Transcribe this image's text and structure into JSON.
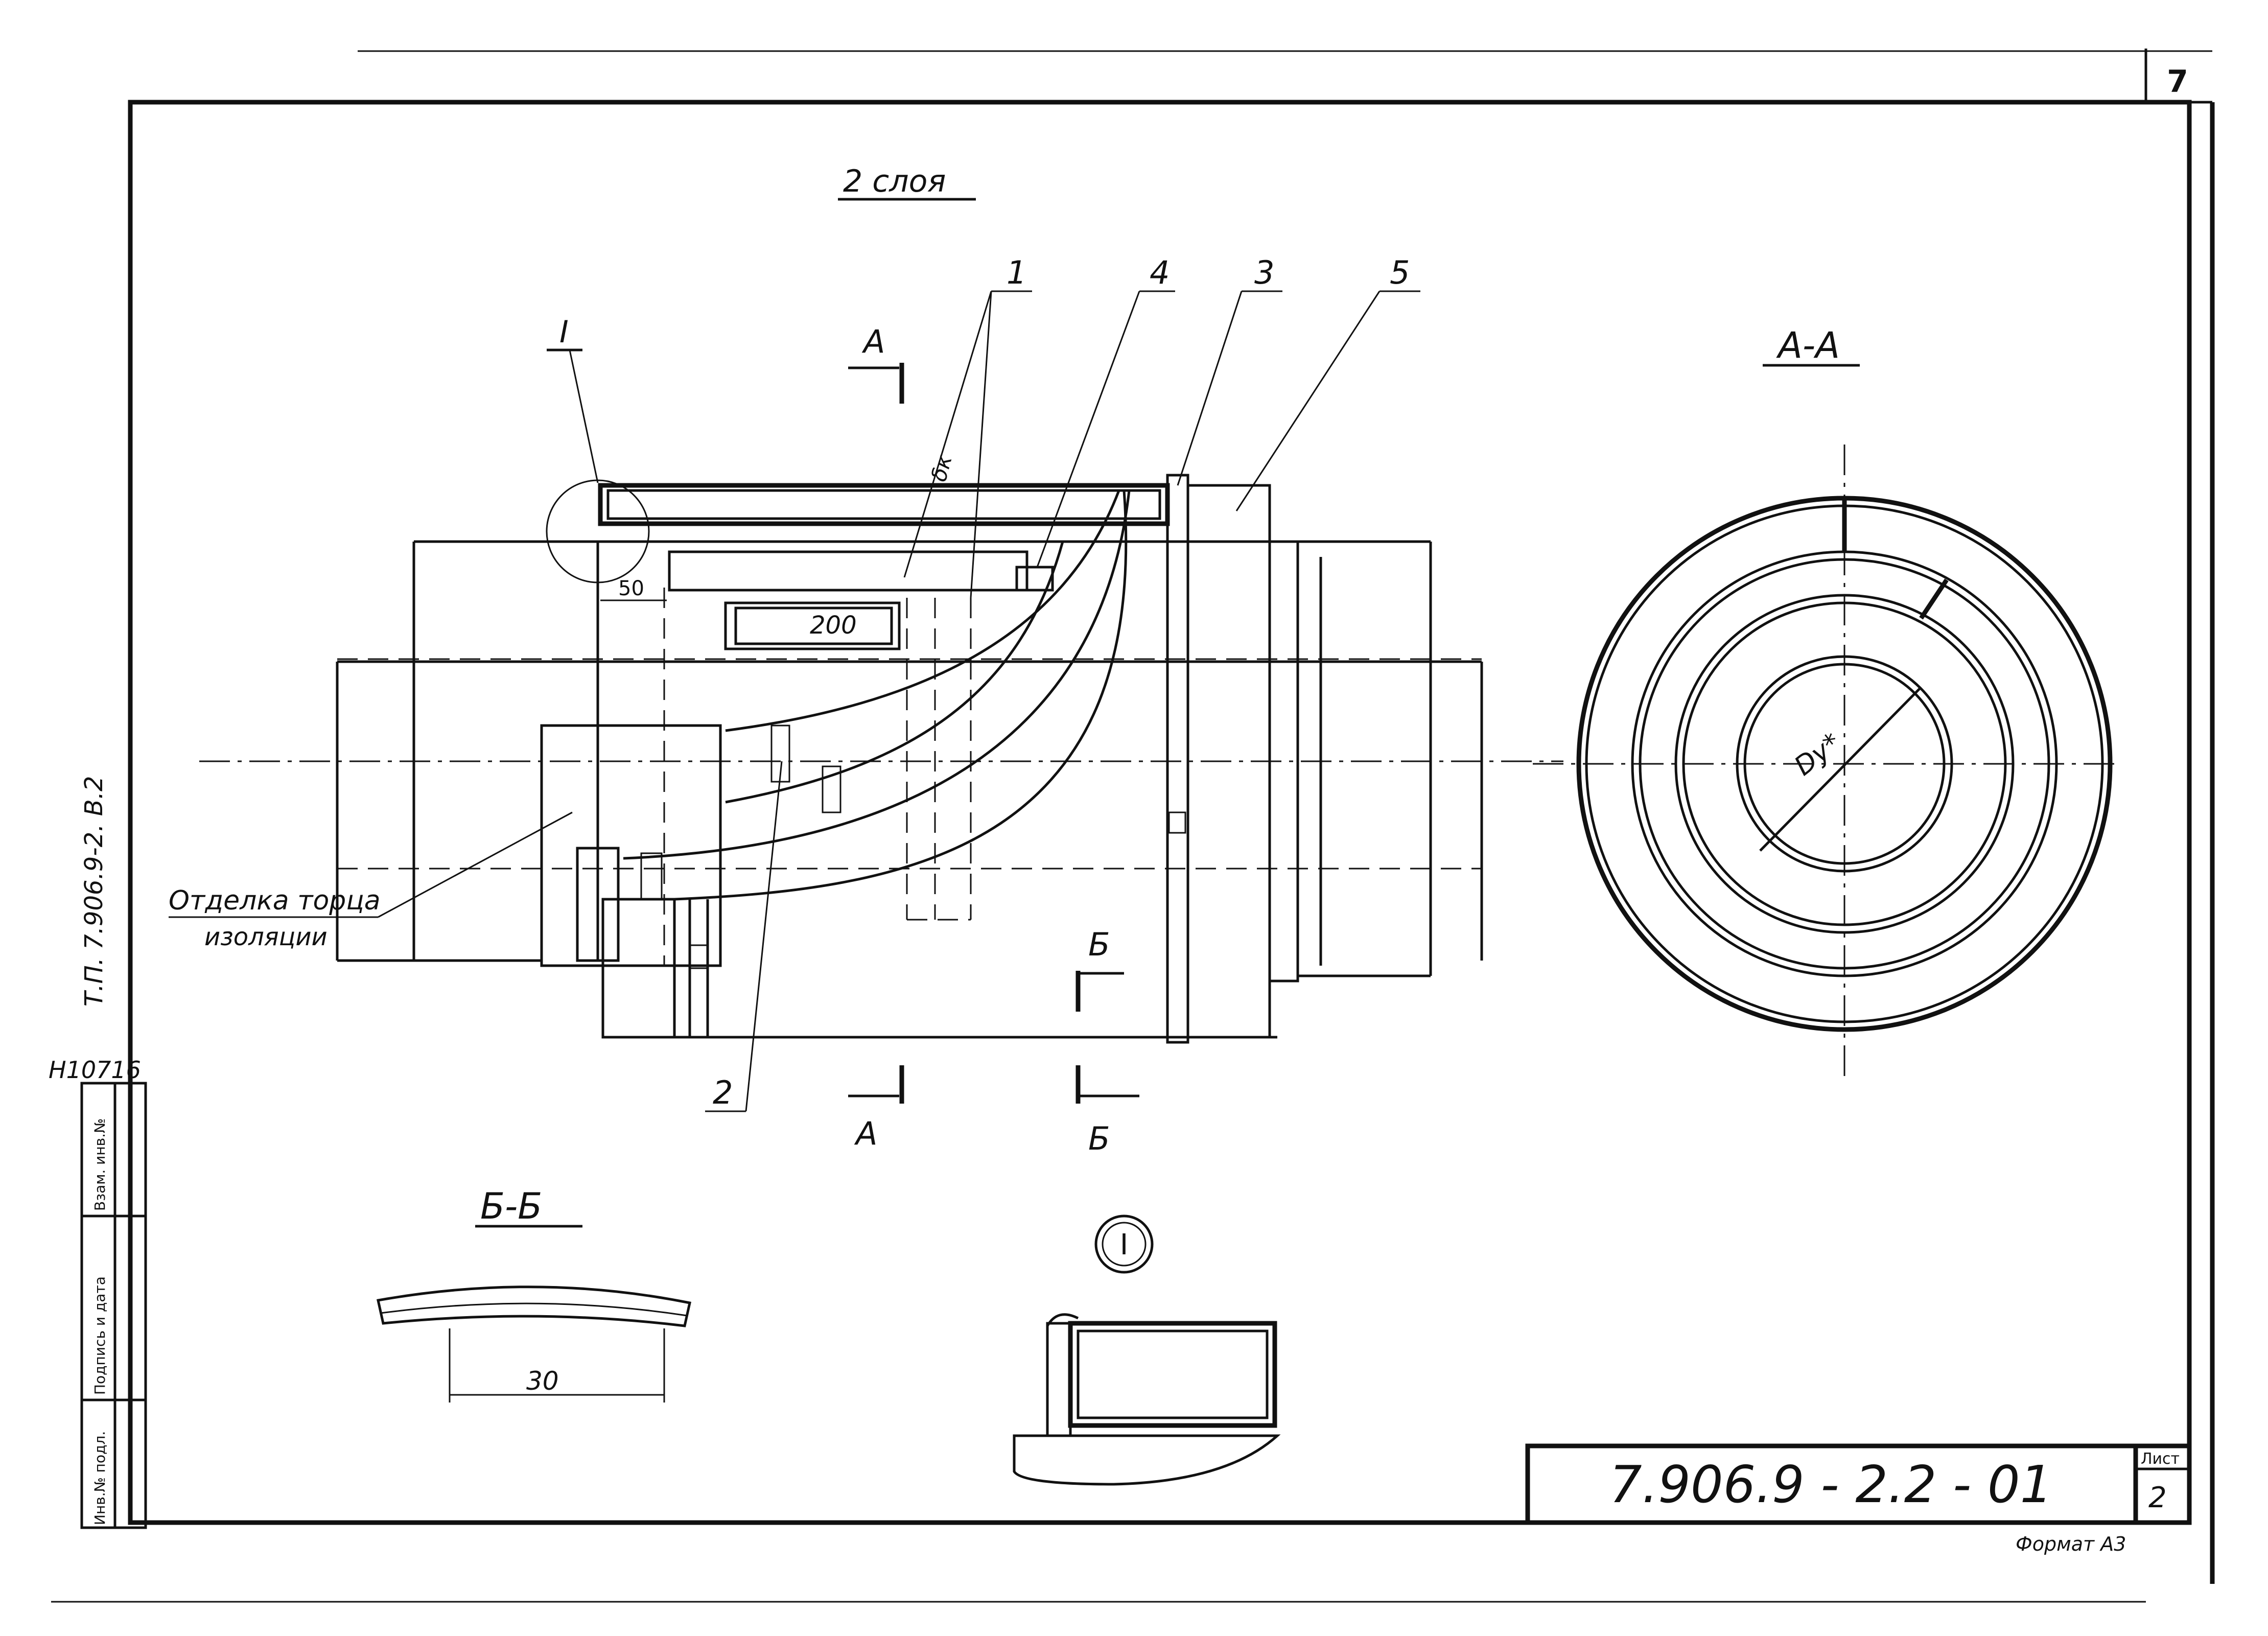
{
  "sheet_corner_number": "7",
  "title_layers": "2 слоя",
  "section_mark_I": "I",
  "section_A_label": "А",
  "section_B_label": "Б",
  "section_AA_title": "А-А",
  "section_BB_title": "Б-Б",
  "detail_I_title": "I",
  "callouts": [
    "1",
    "4",
    "3",
    "5",
    "2"
  ],
  "dimensions": {
    "d50": "50",
    "d200": "200",
    "d30": "30",
    "delta": "δк",
    "dy": "Dу*"
  },
  "note_end_finish_line1": "Отделка торца",
  "note_end_finish_line2": "изоляции",
  "side_vertical_text": "Т.П. 7.906.9-2.   В.2",
  "archive_number": "Н10716",
  "stamp_cells": [
    "Инв.№ подл.",
    "Подпись и дата",
    "Взам. инв.№"
  ],
  "document_code": "7.906.9 - 2.2 - 01",
  "sheet_label": "Лист",
  "sheet_number": "2",
  "format_label": "Формат А3"
}
